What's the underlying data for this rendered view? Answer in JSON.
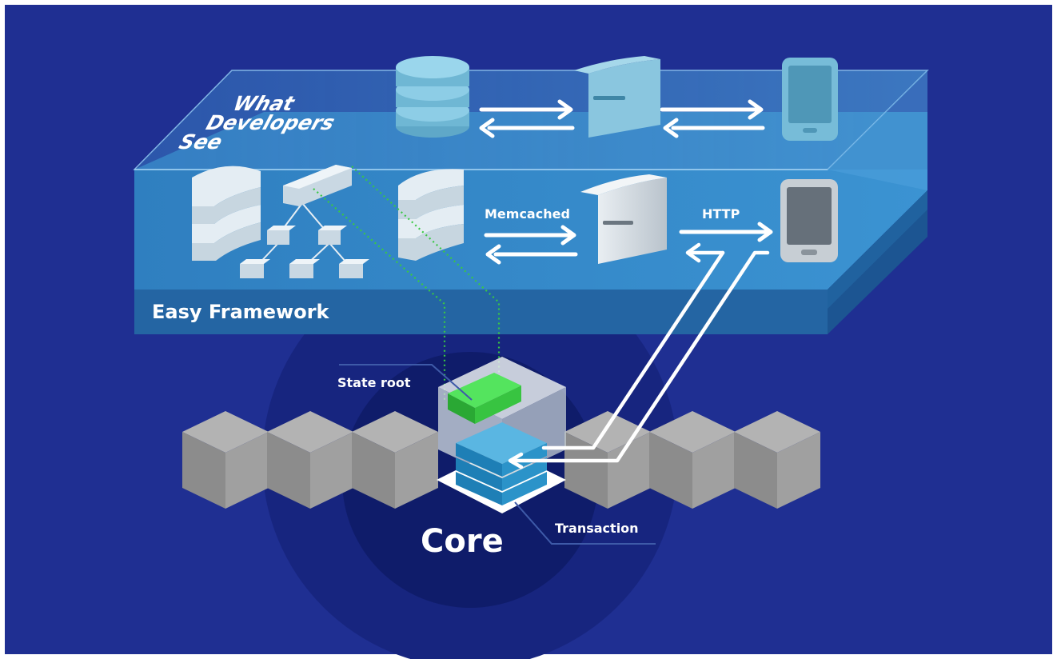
{
  "layers": {
    "top_label_line1": "What",
    "top_label_line2": "Developers",
    "top_label_line3": "See",
    "framework_label": "Easy Framework"
  },
  "connections": {
    "memcached_label": "Memcached",
    "http_label": "HTTP"
  },
  "core": {
    "label": "Core",
    "state_root_label": "State root",
    "transaction_label": "Transaction"
  },
  "colors": {
    "background": "#1f2f92",
    "layer_top": "#3a86c6",
    "layer_front": "#2a6fae",
    "state_root": "#2fbf3a",
    "core_blocks": "#999999"
  },
  "icons": [
    "database-icon",
    "server-icon",
    "mobile-device-icon",
    "tree-icon",
    "blockchain-block-icon",
    "arrow-icon"
  ]
}
